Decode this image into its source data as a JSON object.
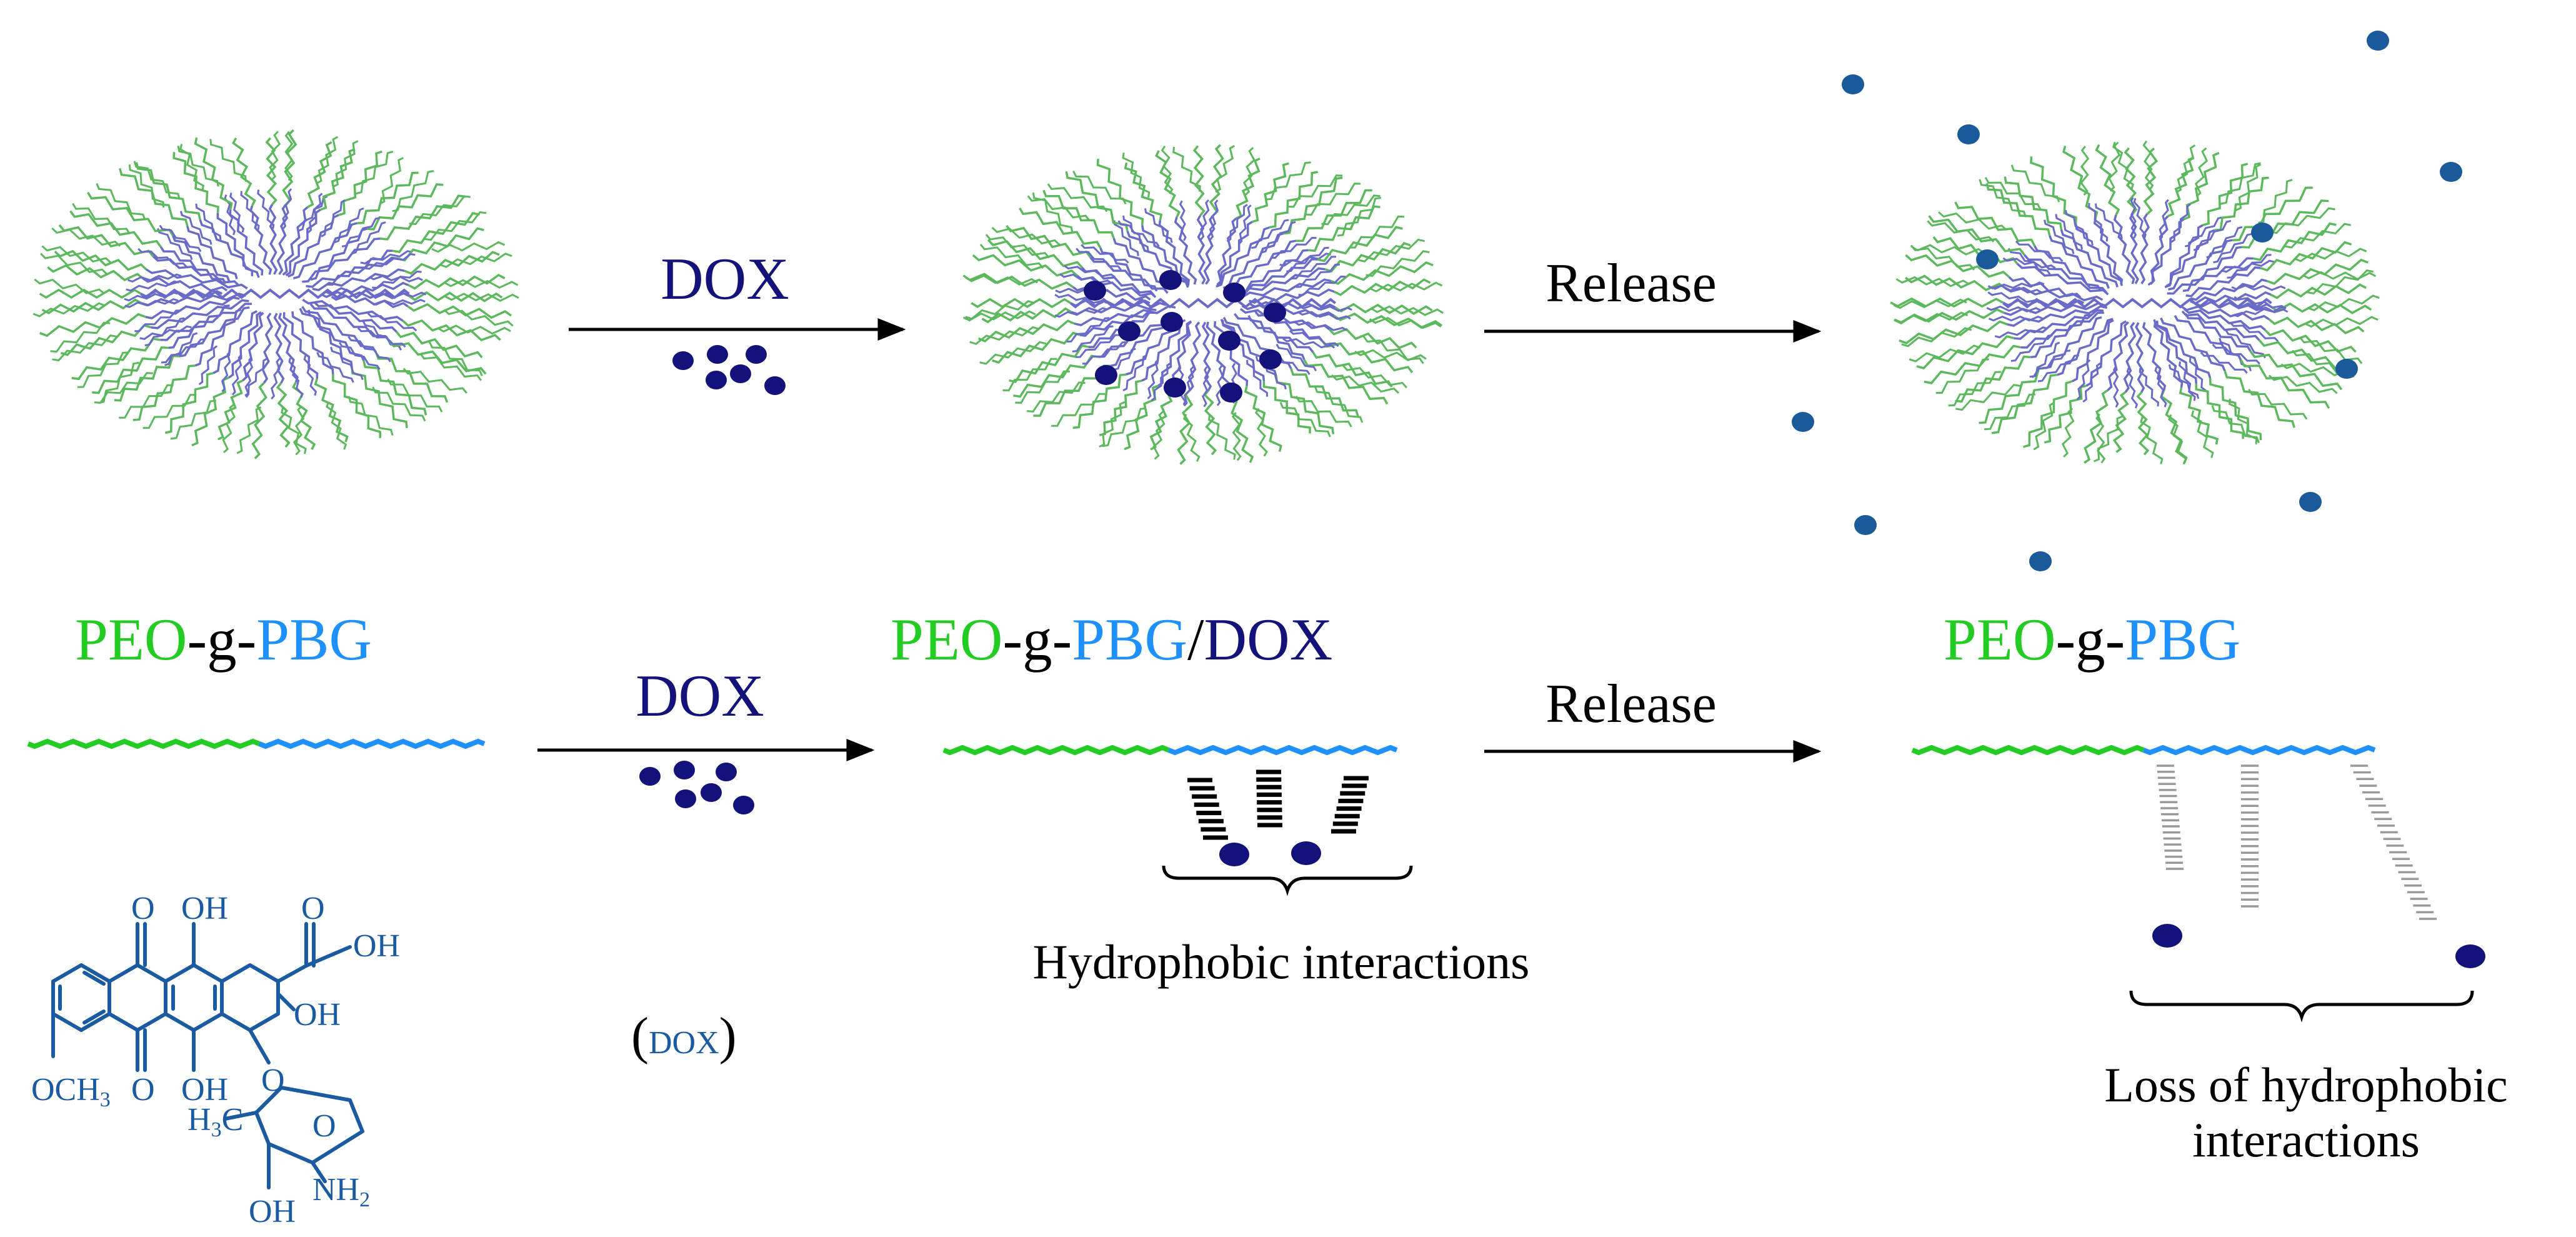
{
  "colors": {
    "peo": "#22cc22",
    "pbg": "#1e90ff",
    "dox": "#12127a",
    "dox_struct": "#1a5aa0",
    "black": "#000000",
    "grey": "#999999",
    "shell": "#5cb85c",
    "core": "#6a6ac8",
    "released_drug": "#1b5a9a"
  },
  "top_row": {
    "arrow1_label": "DOX",
    "arrow2_label": "Release"
  },
  "bottom_row": {
    "arrow1_label": "DOX",
    "arrow2_label": "Release",
    "label_left": {
      "peo": "PEO",
      "g": "-g-",
      "pbg": "PBG"
    },
    "label_middle": {
      "peo": "PEO",
      "g": "-g-",
      "pbg": "PBG",
      "slash": "/",
      "dox": "DOX"
    },
    "label_right": {
      "peo": "PEO",
      "g": "-g-",
      "pbg": "PBG"
    },
    "middle_caption": "Hydrophobic interactions",
    "right_caption_line1": "Loss of hydrophobic",
    "right_caption_line2": "interactions"
  },
  "dox_structure": {
    "o_top_left": "O",
    "oh_top_mid": "OH",
    "o_top_right": "O",
    "oh_right": "OH",
    "oh_ring": "OH",
    "o_bottom": "O",
    "oh_bottom": "OH",
    "och3": "OCH",
    "och3_sub": "3",
    "o_ring": "O",
    "o_sugar": "O",
    "h3c": "H",
    "h3c_sub": "3",
    "h3c_c": "C",
    "nh2": "NH",
    "nh2_sub": "2",
    "oh_sugar": "OH",
    "paren_open": "(",
    "paren_label": "DOX",
    "paren_close": ")"
  }
}
